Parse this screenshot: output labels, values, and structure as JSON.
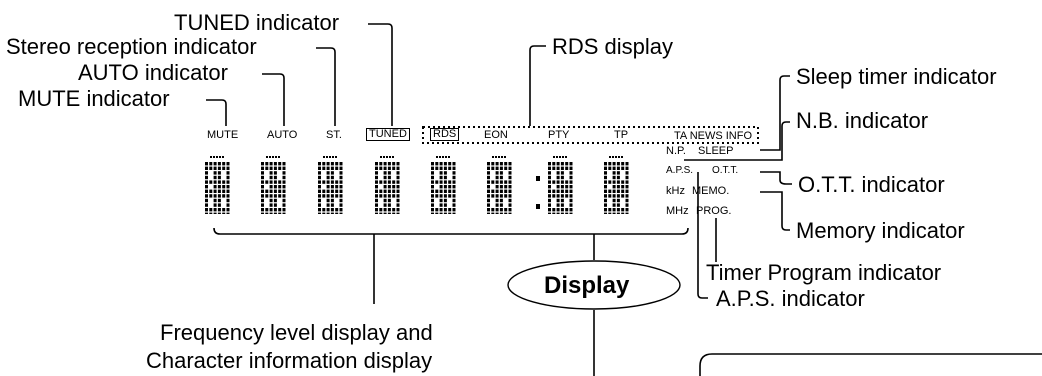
{
  "callouts": {
    "tuned": "TUNED indicator",
    "stereo": "Stereo reception indicator",
    "auto": "AUTO indicator",
    "mute": "MUTE indicator",
    "rds_display": "RDS display",
    "sleep": "Sleep timer indicator",
    "nb": "N.B. indicator",
    "ott": "O.T.T. indicator",
    "memory": "Memory indicator",
    "timer_program": "Timer Program indicator",
    "aps": "A.P.S. indicator",
    "freq_line1": "Frequency level display and",
    "freq_line2": "Character information display",
    "display": "Display"
  },
  "panel": {
    "mute": "MUTE",
    "auto": "AUTO",
    "st": "ST.",
    "tuned": "TUNED",
    "rds": "RDS",
    "eon": "EON",
    "pty": "PTY",
    "tp": "TP",
    "ta_news_info": "TA NEWS INFO",
    "np": "N.P.",
    "sleep": "SLEEP",
    "aps": "A.P.S.",
    "ott": "O.T.T.",
    "khz": "kHz",
    "memo": "MEMO.",
    "mhz": "MHz",
    "prog": "PROG."
  }
}
